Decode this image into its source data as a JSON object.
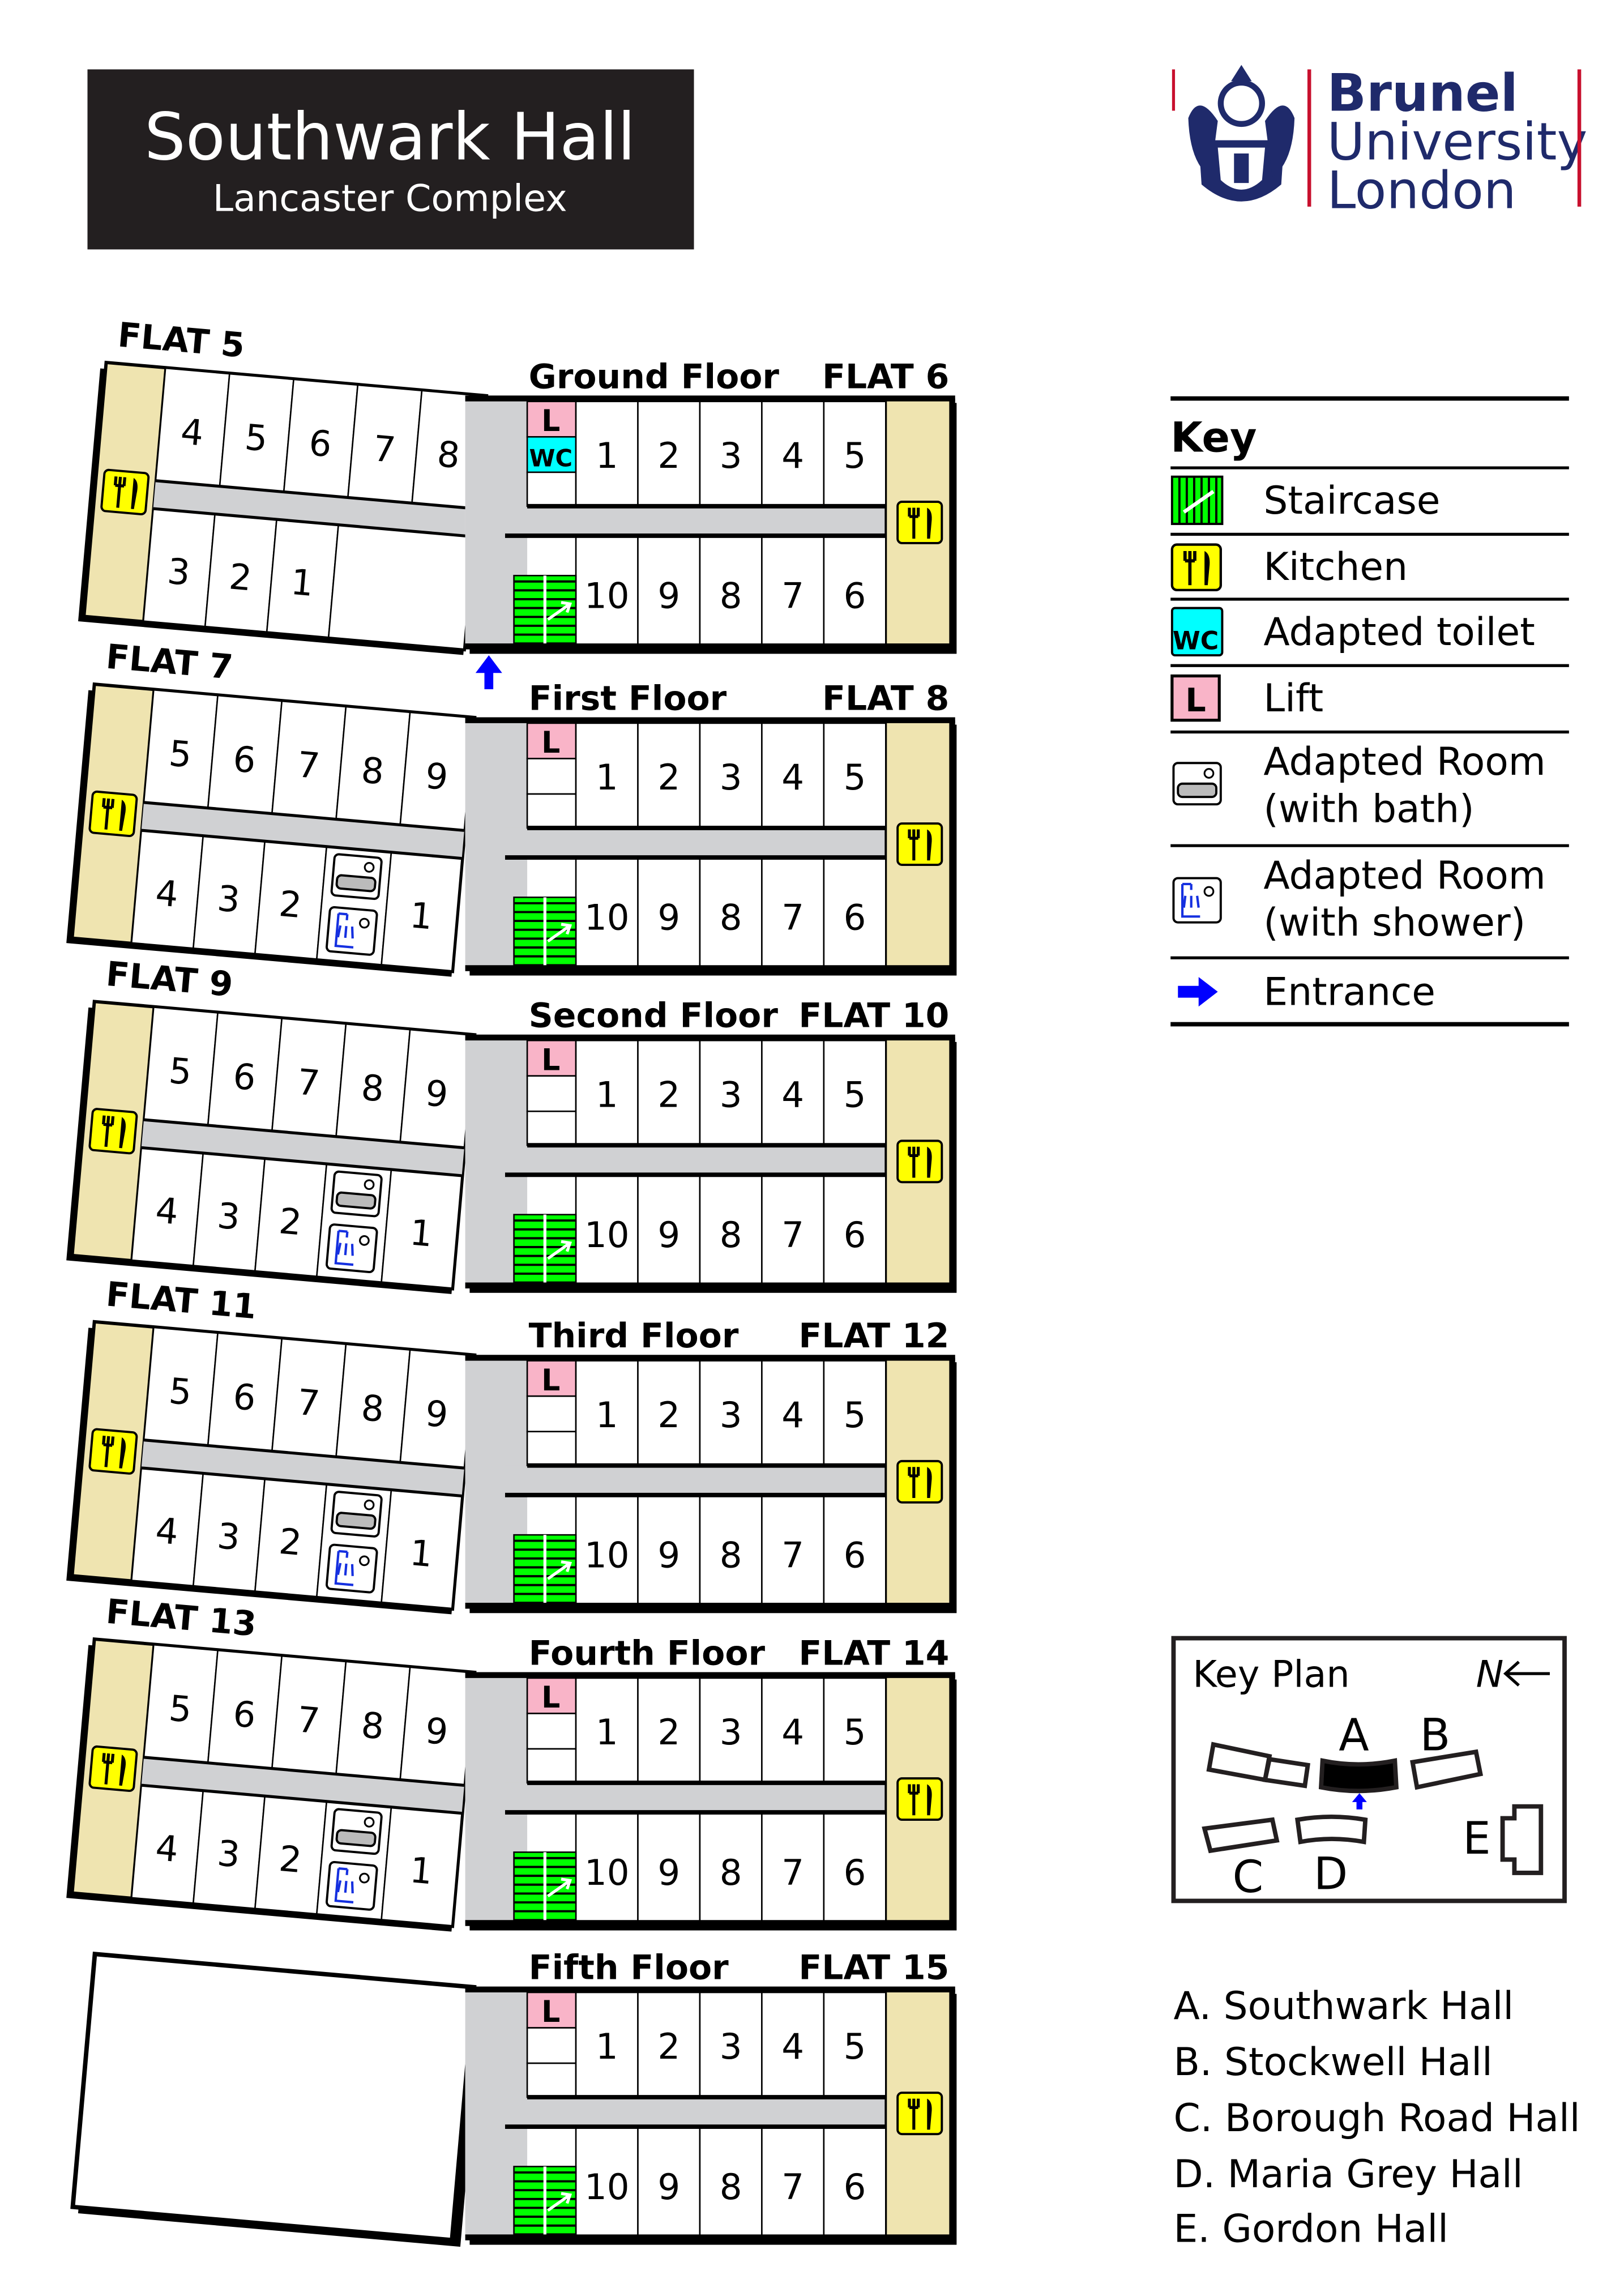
{
  "header": {
    "title": "Southwark Hall",
    "subtitle": "Lancaster Complex"
  },
  "logo": {
    "line1": "Brunel",
    "line2": "University",
    "line3": "London"
  },
  "colors": {
    "kitchen": "#ffff00",
    "staircase": "#00ff00",
    "toilet": "#00ffff",
    "lift": "#f9b4c8",
    "tan": "#efe4b0",
    "corridor": "#d0d1d3",
    "entrance": "#0000ff",
    "navy": "#1f2a6b",
    "red": "#c8102e"
  },
  "floors": [
    {
      "name": "Ground Floor",
      "left_flat": "FLAT 5",
      "right_flat": "FLAT 6",
      "left_top": [
        "4",
        "5",
        "6",
        "7",
        "8"
      ],
      "left_bottom": [
        "3",
        "2",
        "1"
      ],
      "left_adapted": false,
      "left_bottom_end": "",
      "right_top": [
        "1",
        "2",
        "3",
        "4",
        "5"
      ],
      "right_bottom": [
        "10",
        "9",
        "8",
        "7",
        "6"
      ],
      "wc": true,
      "wc_label": "WC",
      "lift_label": "L",
      "entrance": true
    },
    {
      "name": "First Floor",
      "left_flat": "FLAT 7",
      "right_flat": "FLAT 8",
      "left_top": [
        "5",
        "6",
        "7",
        "8",
        "9"
      ],
      "left_bottom": [
        "4",
        "3",
        "2"
      ],
      "left_adapted": true,
      "left_bottom_end": "1",
      "right_top": [
        "1",
        "2",
        "3",
        "4",
        "5"
      ],
      "right_bottom": [
        "10",
        "9",
        "8",
        "7",
        "6"
      ],
      "wc": false,
      "lift_label": "L",
      "entrance": false
    },
    {
      "name": "Second Floor",
      "left_flat": "FLAT 9",
      "right_flat": "FLAT 10",
      "left_top": [
        "5",
        "6",
        "7",
        "8",
        "9"
      ],
      "left_bottom": [
        "4",
        "3",
        "2"
      ],
      "left_adapted": true,
      "left_bottom_end": "1",
      "right_top": [
        "1",
        "2",
        "3",
        "4",
        "5"
      ],
      "right_bottom": [
        "10",
        "9",
        "8",
        "7",
        "6"
      ],
      "wc": false,
      "lift_label": "L",
      "entrance": false
    },
    {
      "name": "Third Floor",
      "left_flat": "FLAT 11",
      "right_flat": "FLAT 12",
      "left_top": [
        "5",
        "6",
        "7",
        "8",
        "9"
      ],
      "left_bottom": [
        "4",
        "3",
        "2"
      ],
      "left_adapted": true,
      "left_bottom_end": "1",
      "right_top": [
        "1",
        "2",
        "3",
        "4",
        "5"
      ],
      "right_bottom": [
        "10",
        "9",
        "8",
        "7",
        "6"
      ],
      "wc": false,
      "lift_label": "L",
      "entrance": false
    },
    {
      "name": "Fourth Floor",
      "left_flat": "FLAT 13",
      "right_flat": "FLAT 14",
      "left_top": [
        "5",
        "6",
        "7",
        "8",
        "9"
      ],
      "left_bottom": [
        "4",
        "3",
        "2"
      ],
      "left_adapted": true,
      "left_bottom_end": "1",
      "right_top": [
        "1",
        "2",
        "3",
        "4",
        "5"
      ],
      "right_bottom": [
        "10",
        "9",
        "8",
        "7",
        "6"
      ],
      "wc": false,
      "lift_label": "L",
      "entrance": false
    },
    {
      "name": "Fifth Floor",
      "left_flat": "",
      "right_flat": "FLAT 15",
      "left_top": [],
      "left_bottom": [],
      "left_adapted": false,
      "left_blank": true,
      "left_bottom_end": "",
      "right_top": [
        "1",
        "2",
        "3",
        "4",
        "5"
      ],
      "right_bottom": [
        "10",
        "9",
        "8",
        "7",
        "6"
      ],
      "wc": false,
      "lift_label": "L",
      "entrance": false
    }
  ],
  "key": {
    "title": "Key",
    "items": [
      {
        "icon": "staircase",
        "label": "Staircase"
      },
      {
        "icon": "kitchen",
        "label": "Kitchen"
      },
      {
        "icon": "adapted-toilet",
        "label": "Adapted toilet",
        "icon_text": "WC"
      },
      {
        "icon": "lift",
        "label": "Lift",
        "icon_text": "L"
      },
      {
        "icon": "adapted-room-bath",
        "label": "Adapted Room",
        "label2": "(with bath)"
      },
      {
        "icon": "adapted-room-shower",
        "label": "Adapted Room",
        "label2": "(with shower)"
      },
      {
        "icon": "entrance",
        "label": "Entrance"
      }
    ]
  },
  "key_plan": {
    "title": "Key Plan",
    "north": "N",
    "letters": [
      "A",
      "B",
      "C",
      "D",
      "E"
    ]
  },
  "halls": [
    "A. Southwark Hall",
    "B. Stockwell Hall",
    "C. Borough Road Hall",
    "D. Maria Grey Hall",
    "E. Gordon Hall"
  ]
}
